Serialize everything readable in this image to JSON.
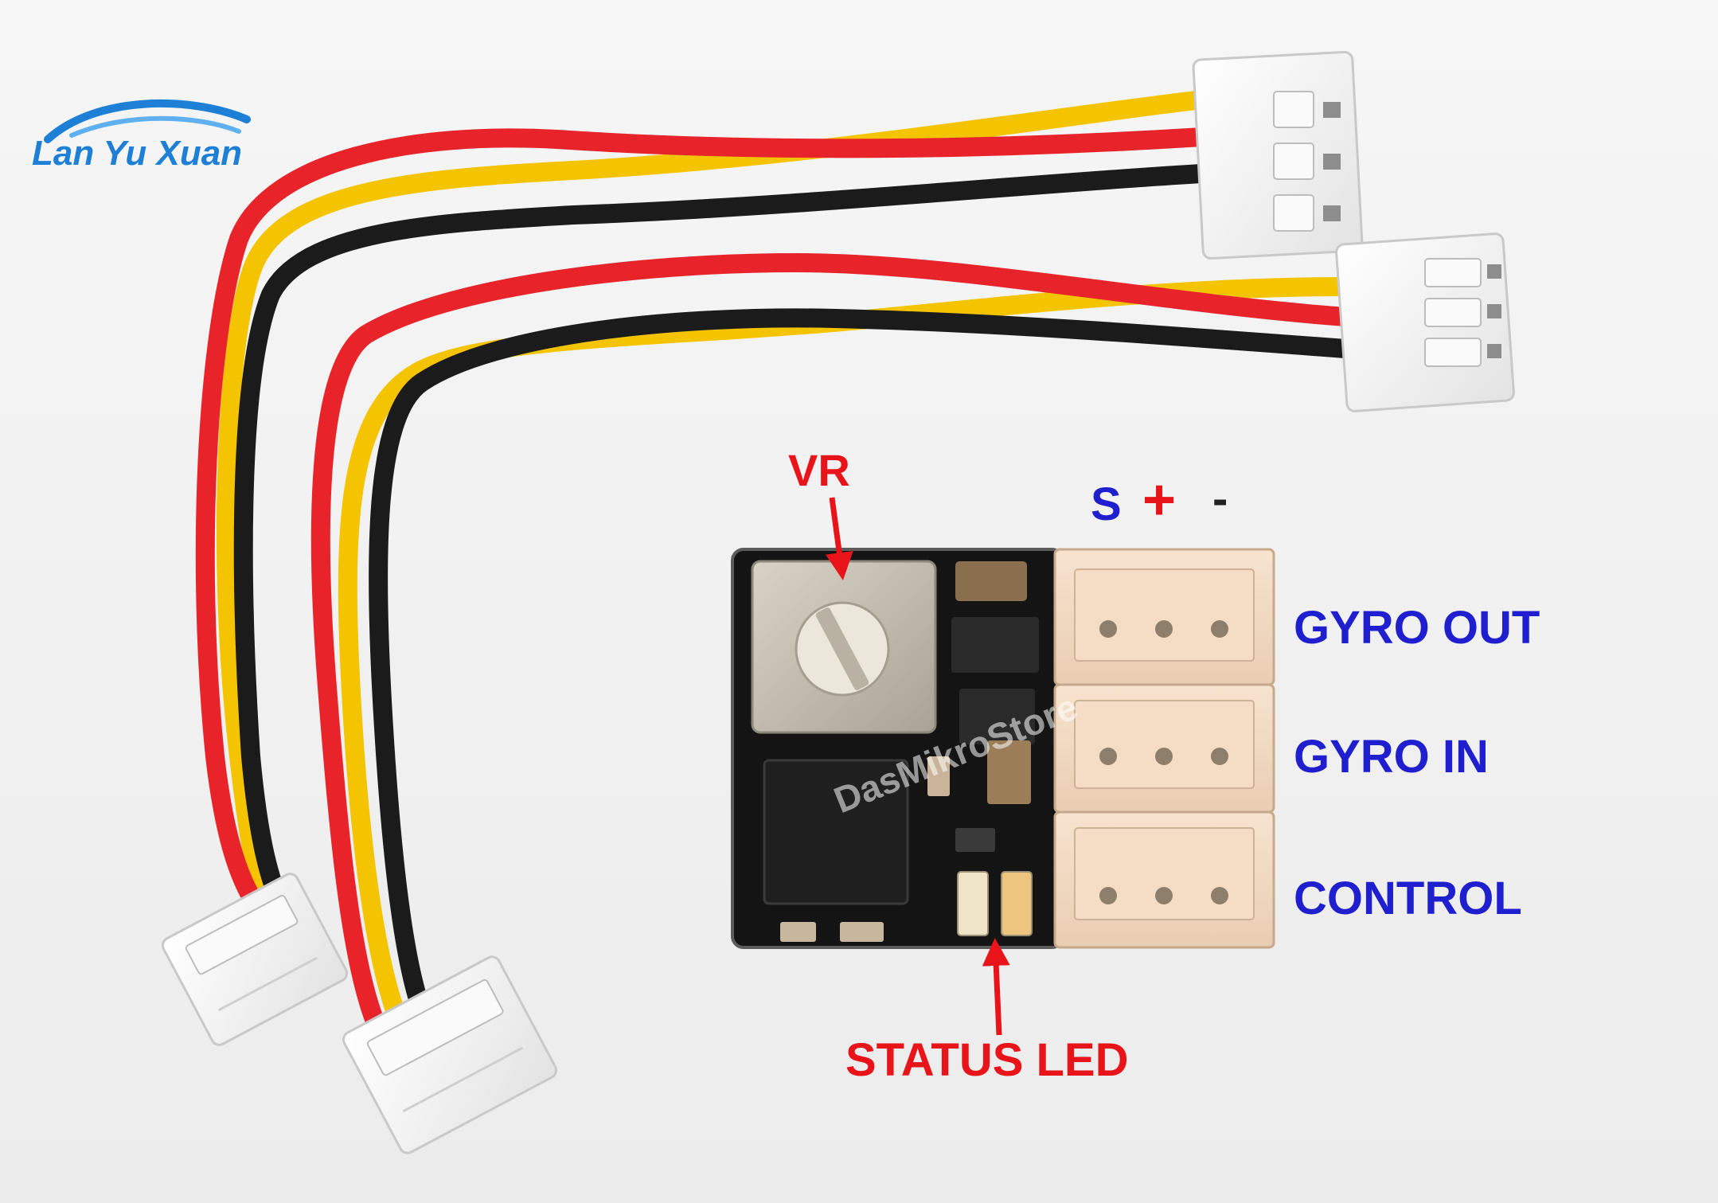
{
  "logo": {
    "text": "Lan Yu Xuan"
  },
  "watermark": {
    "text": "DasMikroStore"
  },
  "labels": {
    "vr": "VR",
    "s": "S",
    "plus": "+",
    "minus": "-",
    "gyro_out": "GYRO OUT",
    "gyro_in": "GYRO IN",
    "control": "CONTROL",
    "status_led": "STATUS LED"
  },
  "colors": {
    "label_blue": "#1f1fd0",
    "label_red": "#e8141a",
    "wire_red": "#e8232a",
    "wire_yellow": "#f5c400",
    "wire_black": "#1b1b1b",
    "pcb": "#141414",
    "connector": "#f2d9c2"
  }
}
